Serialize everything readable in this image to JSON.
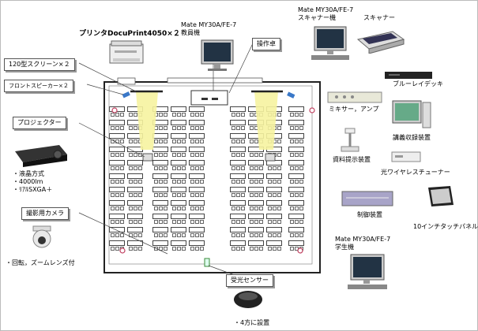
{
  "labels": {
    "printer_title": "プリンタDocuPrint4050×２",
    "teacher_pc": "Mate MY30A/FE-7\n教員機",
    "operator_desk": "操作卓",
    "scanner_pc": "Mate MY30A/FE-7\nスキャナー機",
    "scanner": "スキャナー",
    "screen": "120型スクリーン×２",
    "front_speaker": "フロントスピーカー×２",
    "bluray": "ブルーレイデッキ",
    "mixer": "ミキサー，アンプ",
    "projector": "プロジェクター",
    "lecture_recorder": "講義収録装置",
    "document_camera": "資料提示装置",
    "wireless_tuner": "光ワイヤレスチューナー",
    "projector_specs": "・液晶方式\n・4000lm\n・ﾘｱﾙSXGA＋",
    "camera": "撮影用カメラ",
    "control_unit": "制御装置",
    "touch_panel": "10インチタッチパネル",
    "camera_note": "・回転，ズームレンズ付",
    "student_pc": "Mate MY30A/FE-7\n学生機",
    "receiver": "受光センサー",
    "receiver_note": "・4方に設置"
  },
  "colors": {
    "beam": "#f6f3a0",
    "speaker": "#3a78c8",
    "mic": "#e06070"
  }
}
